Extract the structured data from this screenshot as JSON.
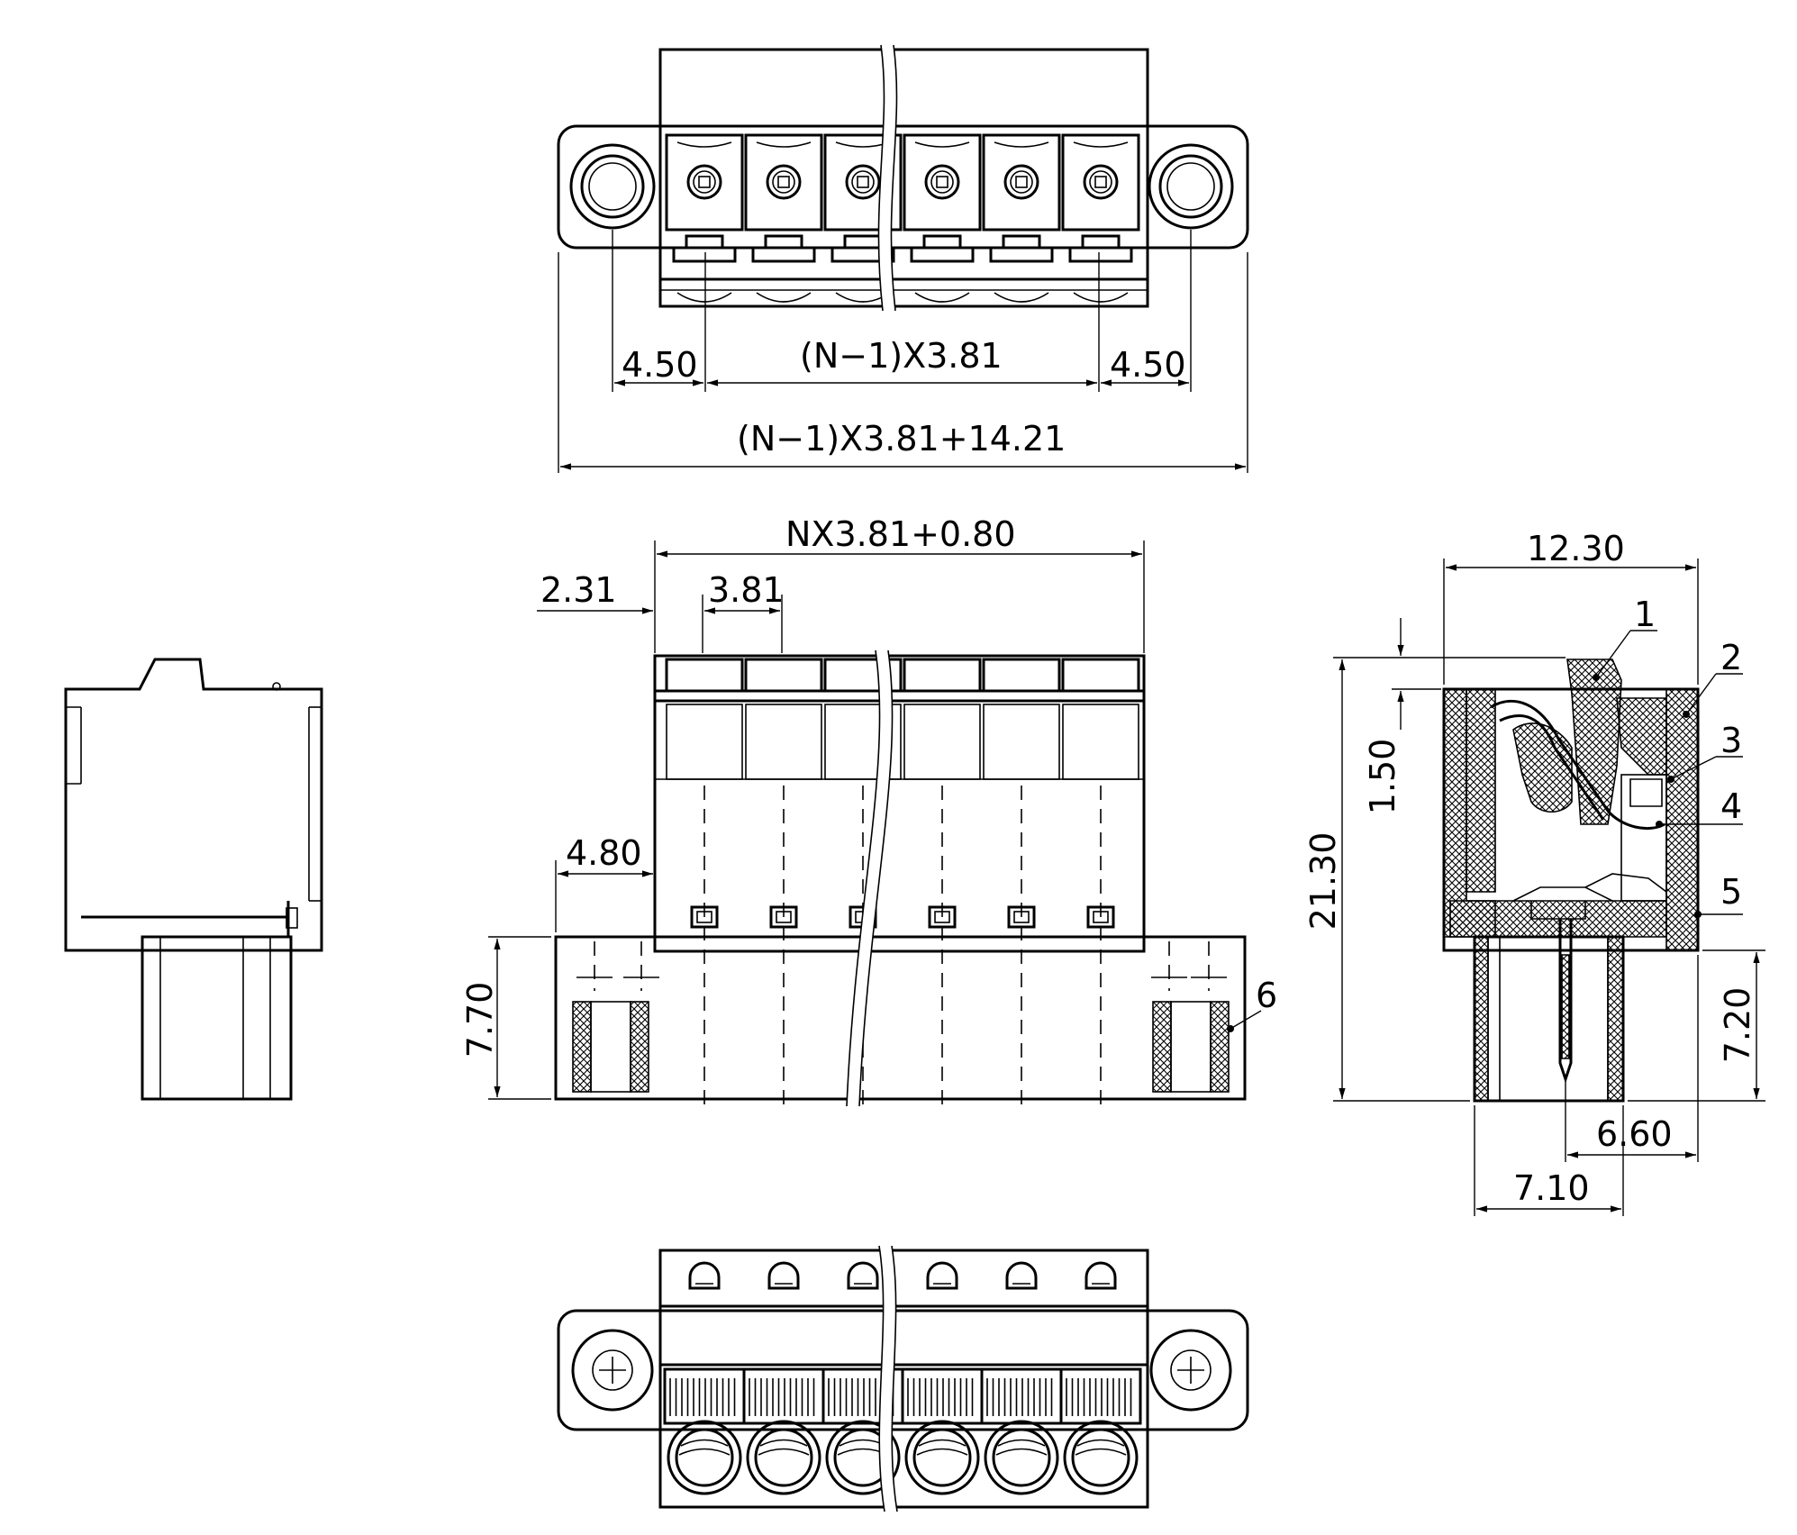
{
  "colors": {
    "ink": "#000000",
    "paper": "#ffffff"
  },
  "top_view": {
    "dims": {
      "left_offset": "4.50",
      "pitch_span": "(N−1)X3.81",
      "right_offset": "4.50",
      "overall": "(N−1)X3.81+14.21"
    }
  },
  "front_view": {
    "dims": {
      "body_width": "NX3.81+0.80",
      "first_offset": "2.31",
      "pitch": "3.81",
      "flange_width": "4.80",
      "flange_height": "7.70"
    },
    "callout_6": "6"
  },
  "side_section": {
    "dims": {
      "width": "12.30",
      "step": "1.50",
      "height": "21.30",
      "header_height": "7.20",
      "pin_offset": "6.60",
      "header_width": "7.10"
    },
    "callouts": [
      "1",
      "2",
      "3",
      "4",
      "5"
    ]
  }
}
